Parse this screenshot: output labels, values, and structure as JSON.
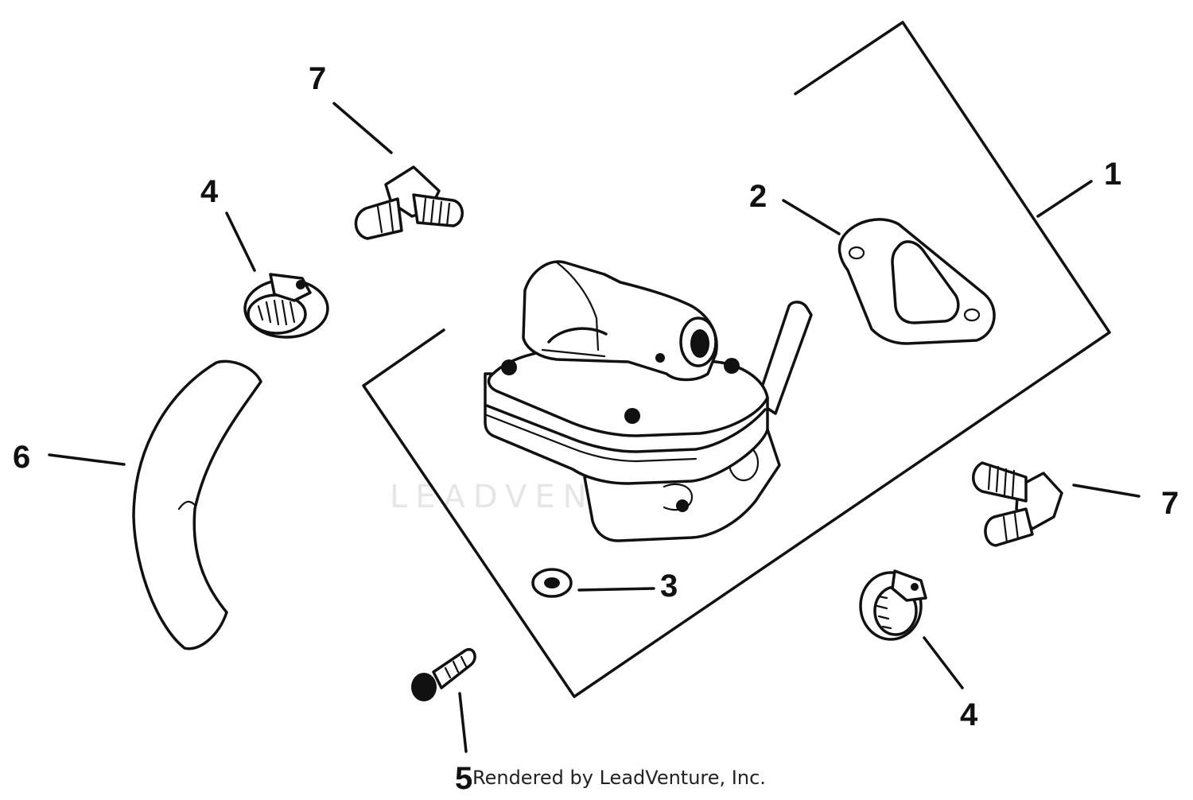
{
  "diagram": {
    "callouts": {
      "kit": "1",
      "gasket": "2",
      "washer": "3",
      "clamp_upper": "4",
      "clamp_lower": "4",
      "screw": "5",
      "hose": "6",
      "elbow_upper": "7",
      "elbow_right": "7"
    },
    "watermark": "LEADVENTURE",
    "credit": "Rendered by LeadVenture, Inc.",
    "colors": {
      "ink": "#111111",
      "background": "#ffffff",
      "watermark": "#e6e6e6"
    }
  }
}
